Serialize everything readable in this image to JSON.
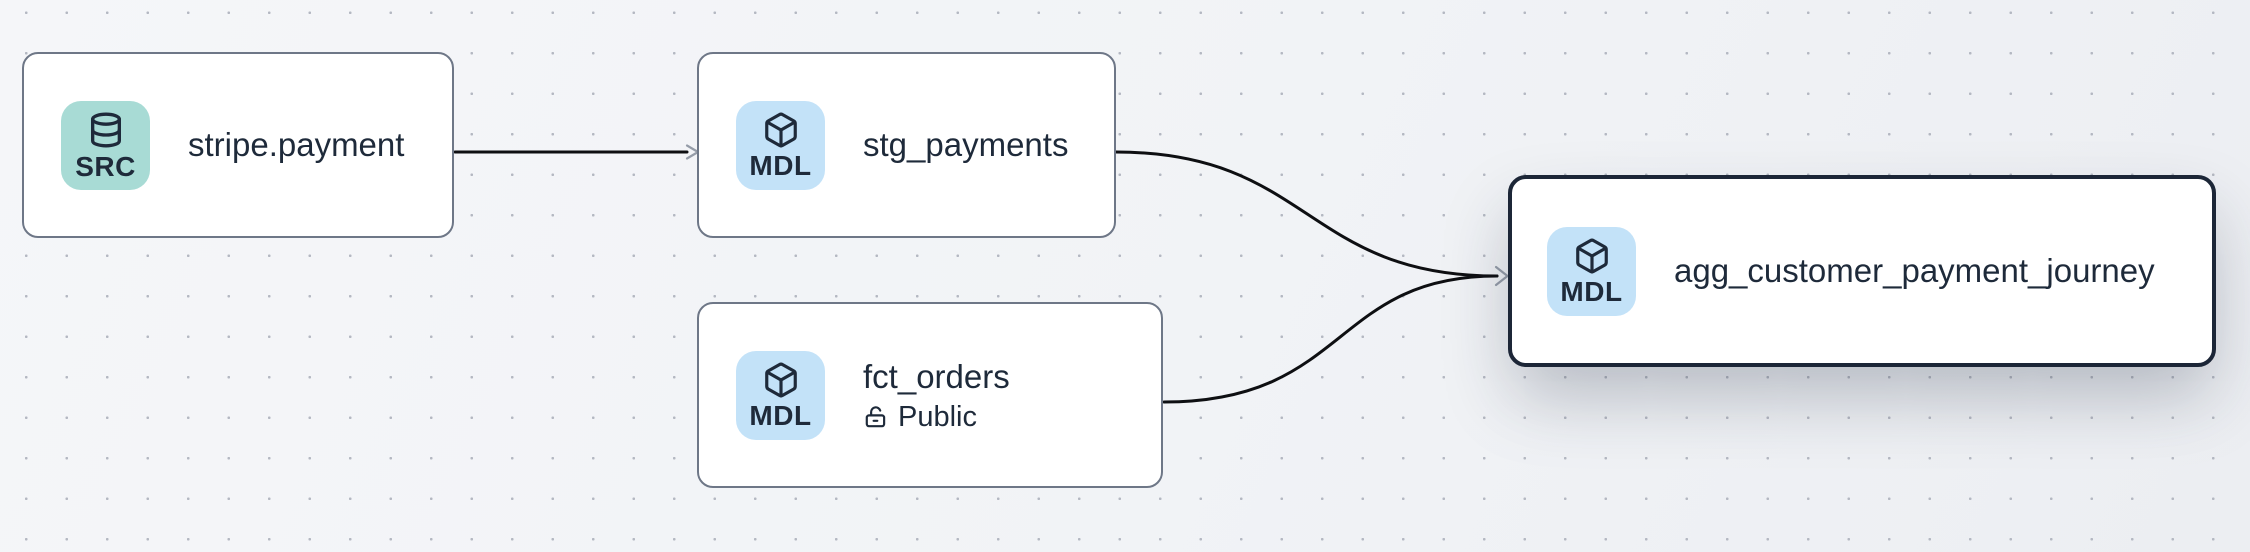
{
  "app": {
    "view": "data-lineage-graph"
  },
  "colors": {
    "canvas_background": "#f1f3f6",
    "grid_dot": "#b4b8c2",
    "node_fill": "#ffffff",
    "node_border": "#6e7787",
    "selected_node_border": "#1c2637",
    "text": "#1e2a3a",
    "edge": "#0e0f12",
    "arrowhead": "#959ca8",
    "source_badge": "#a8dbd5",
    "model_badge": "#c3e2f8"
  },
  "nodes": [
    {
      "title": "stripe.payment",
      "badge_label": "SRC",
      "badge_icon": "database-icon",
      "kind": "source",
      "selected": false
    },
    {
      "title": "stg_payments",
      "badge_label": "MDL",
      "badge_icon": "cube-icon",
      "kind": "model",
      "selected": false
    },
    {
      "title": "fct_orders",
      "badge_label": "MDL",
      "badge_icon": "cube-icon",
      "kind": "model",
      "access_label": "Public",
      "access_icon": "unlock-icon",
      "selected": false
    },
    {
      "title": "agg_customer_payment_journey",
      "badge_label": "MDL",
      "badge_icon": "cube-icon",
      "kind": "model",
      "selected": true
    }
  ],
  "edges": [
    {
      "from": "stripe.payment",
      "to": "stg_payments"
    },
    {
      "from": "stg_payments",
      "to": "agg_customer_payment_journey"
    },
    {
      "from": "fct_orders",
      "to": "agg_customer_payment_journey"
    }
  ]
}
